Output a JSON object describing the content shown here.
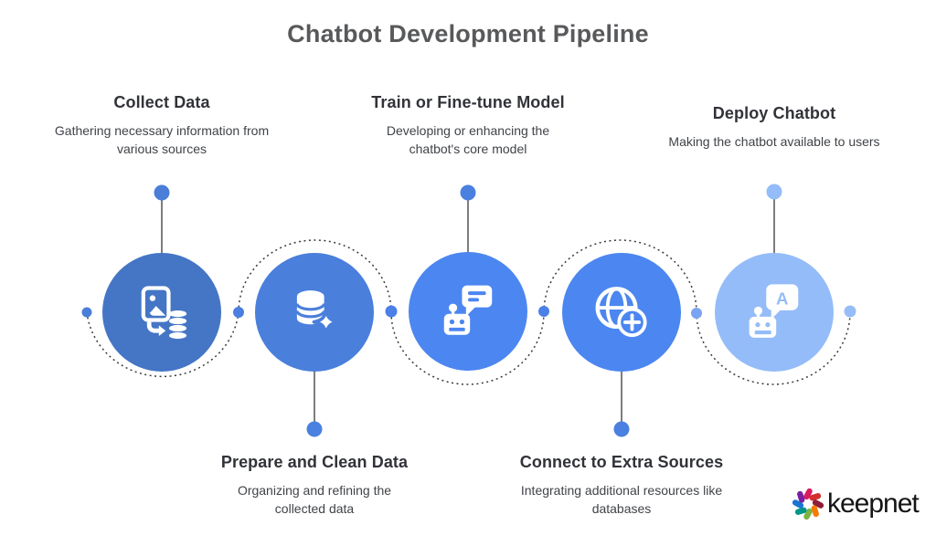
{
  "title": "Chatbot Development Pipeline",
  "steps": [
    {
      "label": "Collect Data",
      "description": "Gathering necessary information from various sources",
      "icon": "file-to-database-icon",
      "label_position": "top",
      "circle_color": "#4575c5"
    },
    {
      "label": "Prepare and Clean Data",
      "description": "Organizing and refining the collected data",
      "icon": "database-sparkle-icon",
      "label_position": "bottom",
      "circle_color": "#4a7fdc"
    },
    {
      "label": "Train or Fine-tune Model",
      "description": "Developing or enhancing the chatbot's core model",
      "icon": "chatbot-chat-icon",
      "label_position": "top",
      "circle_color": "#4c86f0"
    },
    {
      "label": "Connect to Extra Sources",
      "description": "Integrating additional resources like databases",
      "icon": "globe-plus-icon",
      "label_position": "bottom",
      "circle_color": "#4c86f0"
    },
    {
      "label": "Deploy Chatbot",
      "description": "Making the chatbot available to users",
      "icon": "chatbot-reply-icon",
      "icon_letter": "A",
      "label_position": "top",
      "circle_color": "#94bcf8"
    }
  ],
  "brand": {
    "name": "keepnet"
  },
  "colors": {
    "accent_blue": "#4a80e0",
    "light_blue": "#94bcf8",
    "connector_gray": "#3b3b3b",
    "stem_gray": "#7d7d7d",
    "title_gray": "#58595b"
  }
}
